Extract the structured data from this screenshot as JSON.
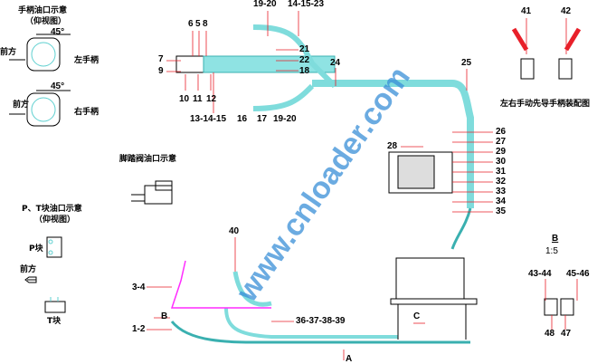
{
  "titles": {
    "handle_ports": "手柄油口示意",
    "handle_ports_sub": "（仰视图）",
    "foot_valve_ports": "脚踏阀油口示意",
    "pt_block_ports": "P、T块油口示意",
    "pt_block_ports_sub": "（仰视图）",
    "pilot_handle_assembly": "左右手动先导手柄装配图"
  },
  "handle_detail": {
    "angle_left": "45°",
    "angle_right": "45°",
    "front_1": "前方",
    "front_2": "前方",
    "left_handle": "左手柄",
    "right_handle": "右手柄"
  },
  "pt_detail": {
    "p_block": "P块",
    "front": "前方",
    "t_block": "T块"
  },
  "detail_b": {
    "name": "B",
    "scale": "1:5"
  },
  "callouts": {
    "c6": "6",
    "c5": "5",
    "c8": "8",
    "c7": "7",
    "c9": "9",
    "c10": "10",
    "c11": "11",
    "c12": "12",
    "c13_14_15": "13-14-15",
    "c16": "16",
    "c17": "17",
    "c19_20_bottom": "19-20",
    "c19_20_top": "19-20",
    "c14_15_23": "14-15-23",
    "c21": "21",
    "c22": "22",
    "c18": "18",
    "c24": "24",
    "c25": "25",
    "c26": "26",
    "c27": "27",
    "c28": "28",
    "c29": "29",
    "c30": "30",
    "c31": "31",
    "c32": "32",
    "c33": "33",
    "c34": "34",
    "c35": "35",
    "c40": "40",
    "c3_4": "3-4",
    "cB": "B",
    "c1_2": "1-2",
    "c36_39": "36-37-38-39",
    "cA": "A",
    "cC": "C",
    "c41": "41",
    "c42": "42",
    "c43_44": "43-44",
    "c45_46": "45-46",
    "c48": "48",
    "c47": "47"
  },
  "watermark": "www.cnloader.com",
  "colors": {
    "hose": "#5fd0d0",
    "leader": "#e8202a",
    "magenta": "#ff2cff",
    "watermark": "#3a8fd8"
  }
}
